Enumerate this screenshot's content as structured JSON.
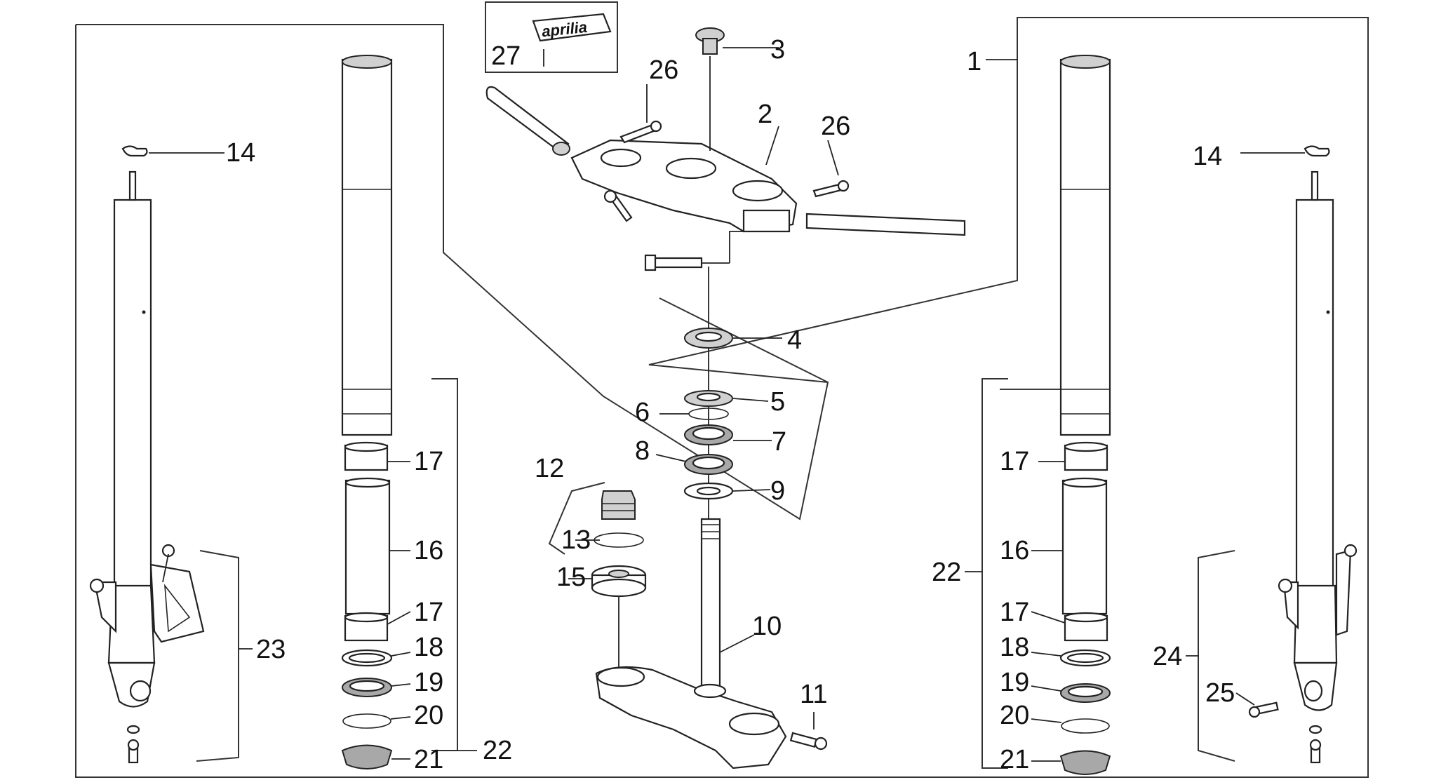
{
  "diagram": {
    "logo_text": "aprilia",
    "callouts": {
      "c1": "1",
      "c2": "2",
      "c3": "3",
      "c4": "4",
      "c5": "5",
      "c6": "6",
      "c7": "7",
      "c8": "8",
      "c9": "9",
      "c10": "10",
      "c11": "11",
      "c12": "12",
      "c13": "13",
      "c14L": "14",
      "c14R": "14",
      "c15": "15",
      "c16L": "16",
      "c16R": "16",
      "c17La": "17",
      "c17Lb": "17",
      "c17Ra": "17",
      "c17Rb": "17",
      "c18L": "18",
      "c18R": "18",
      "c19L": "19",
      "c19R": "19",
      "c20L": "20",
      "c20R": "20",
      "c21L": "21",
      "c21R": "21",
      "c22L": "22",
      "c22R": "22",
      "c23": "23",
      "c24": "24",
      "c25": "25",
      "c26a": "26",
      "c26b": "26",
      "c27": "27"
    }
  }
}
